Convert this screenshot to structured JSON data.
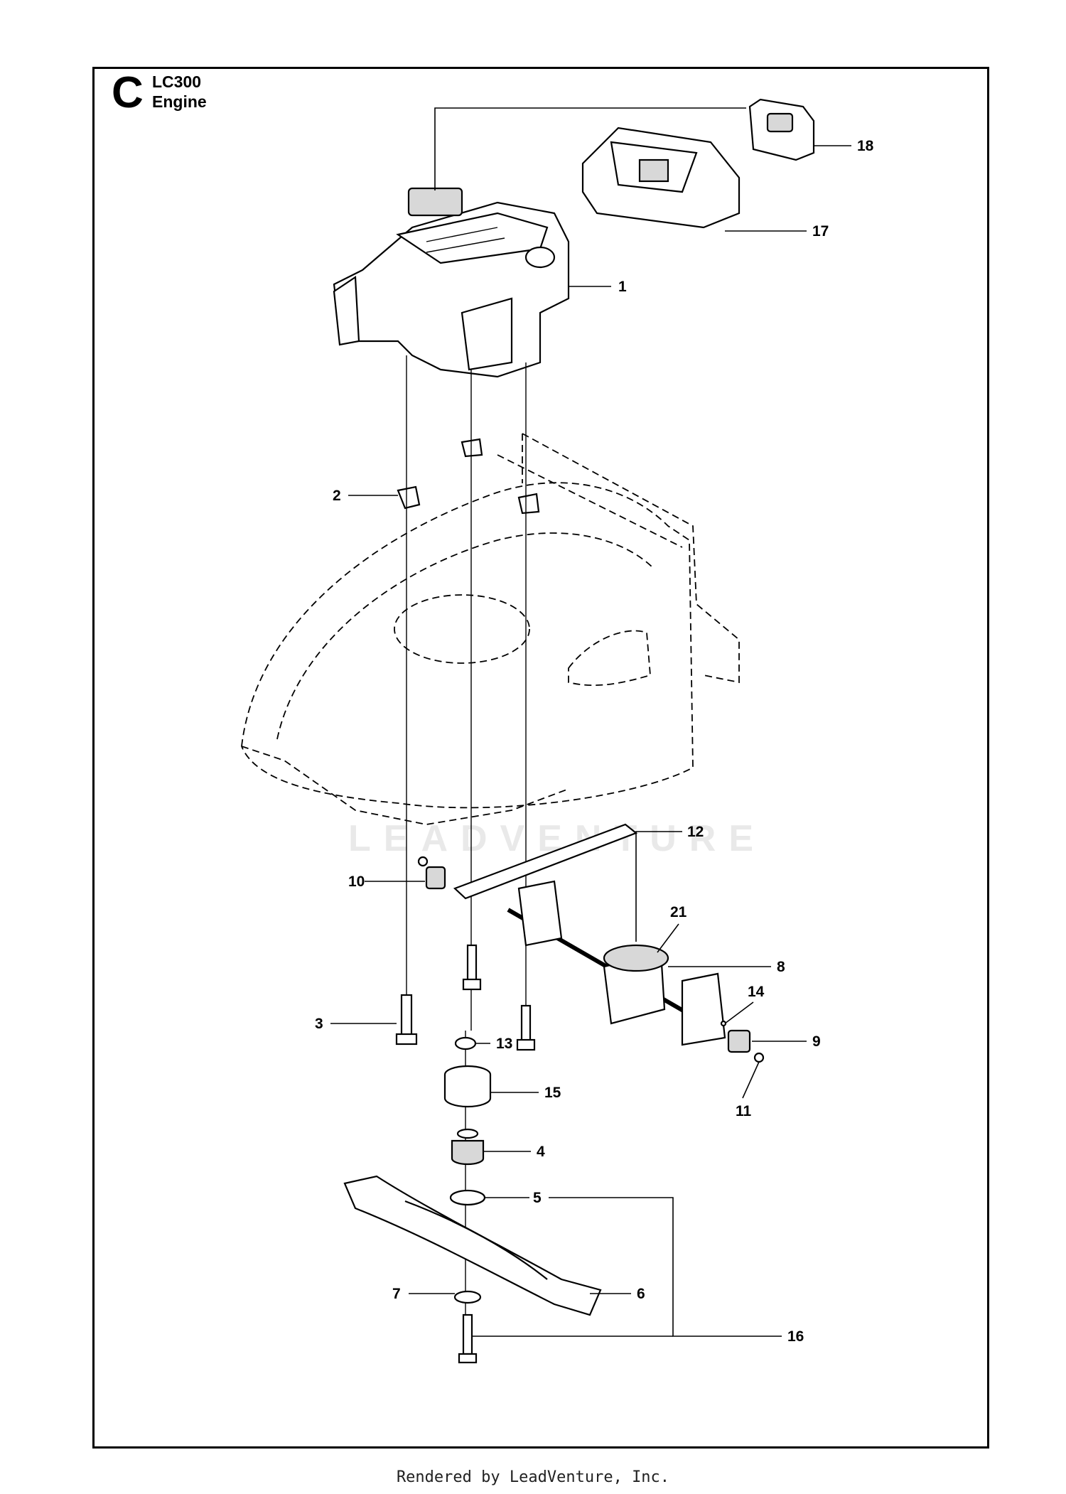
{
  "header": {
    "section_letter": "C",
    "model": "LC300",
    "title": "Engine"
  },
  "callouts": [
    "1",
    "2",
    "3",
    "4",
    "5",
    "6",
    "7",
    "8",
    "9",
    "10",
    "11",
    "12",
    "13",
    "14",
    "15",
    "16",
    "17",
    "18",
    "21"
  ],
  "watermark": "LEADVENTURE",
  "footer": "Rendered by LeadVenture, Inc."
}
